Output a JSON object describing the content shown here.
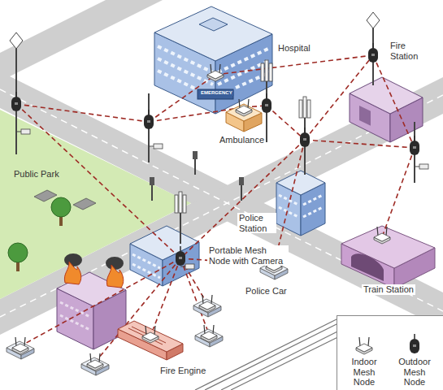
{
  "diagram": {
    "labels": [
      "Hospital",
      "EMERGENCY",
      "Fire Station",
      "Ambulance",
      "Public Park",
      "Police Station",
      "Portable Mesh Node with Camera",
      "Police Car",
      "Train Station",
      "Fire Engine"
    ],
    "legend": [
      {
        "text": "Indoor Mesh Node"
      },
      {
        "text": "Outdoor Mesh Node"
      }
    ]
  }
}
